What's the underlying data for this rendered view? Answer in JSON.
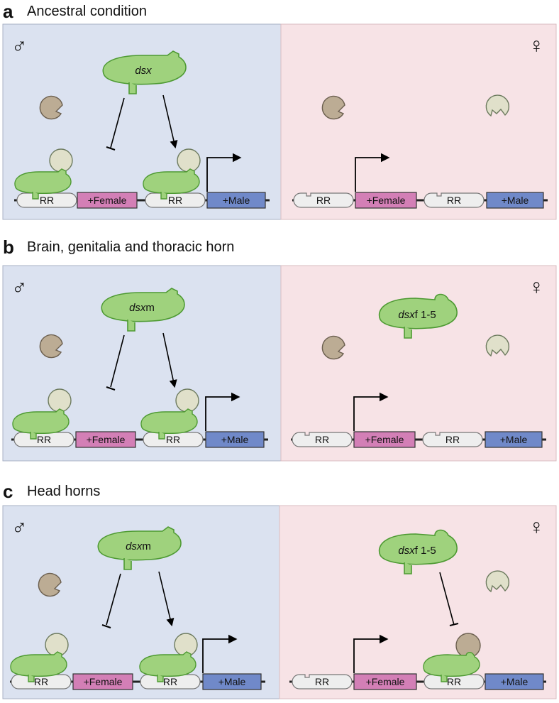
{
  "panels": [
    {
      "letter": "a",
      "title": "Ancestral condition",
      "male_protein": "dsx",
      "male_protein_suffix": "",
      "female_protein": "",
      "female_protein_suffix": ""
    },
    {
      "letter": "b",
      "title": "Brain, genitalia and thoracic horn",
      "male_protein": "dsx",
      "male_protein_suffix": "m",
      "female_protein": "dsx",
      "female_protein_suffix": "f 1-5"
    },
    {
      "letter": "c",
      "title": "Head horns",
      "male_protein": "dsx",
      "male_protein_suffix": "m",
      "female_protein": "dsx",
      "female_protein_suffix": "f 1-5"
    }
  ],
  "symbols": {
    "male": "♂",
    "female": "♀"
  },
  "gene_labels": {
    "regulatory_region": "RR",
    "female_gene": "+Female",
    "male_gene": "+Male"
  },
  "colors": {
    "male_background": "#dbe2f0",
    "female_background": "#f7e3e6",
    "dsx_protein": "#9fd27d",
    "cofactor_light": "#e0e0ca",
    "cofactor_dark": "#bcac94",
    "female_gene": "#d37fb6",
    "male_gene": "#7089c9",
    "regulatory_region": "#eeeeee"
  }
}
